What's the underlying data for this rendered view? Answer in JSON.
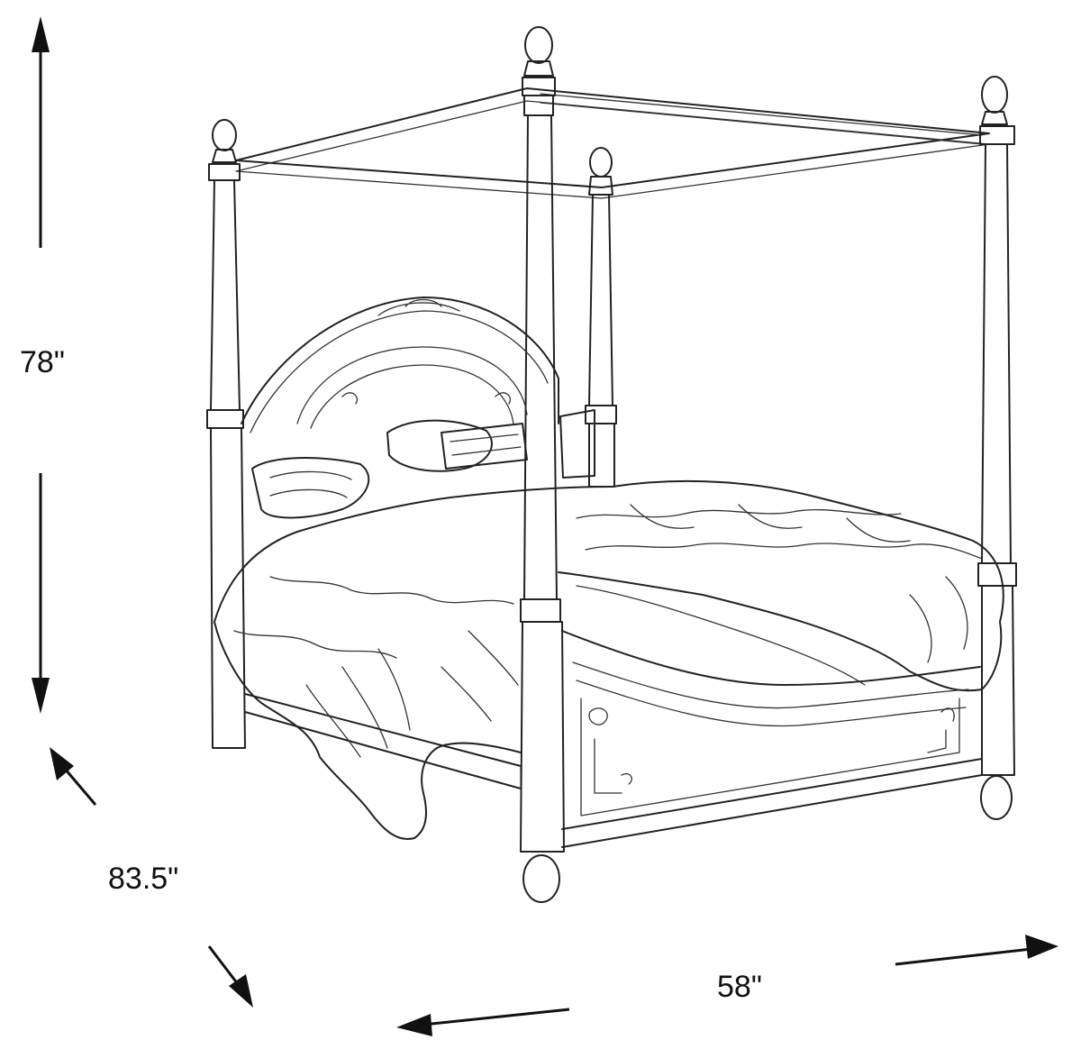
{
  "dimensions": {
    "height": "78\"",
    "depth": "83.5\"",
    "width": "58\""
  },
  "icons": {
    "height_arrows": "vertical-double-arrow",
    "depth_arrows": "diagonal-double-arrow",
    "width_arrows": "horizontal-double-arrow"
  },
  "colors": {
    "line": "#222222",
    "background": "#ffffff"
  }
}
